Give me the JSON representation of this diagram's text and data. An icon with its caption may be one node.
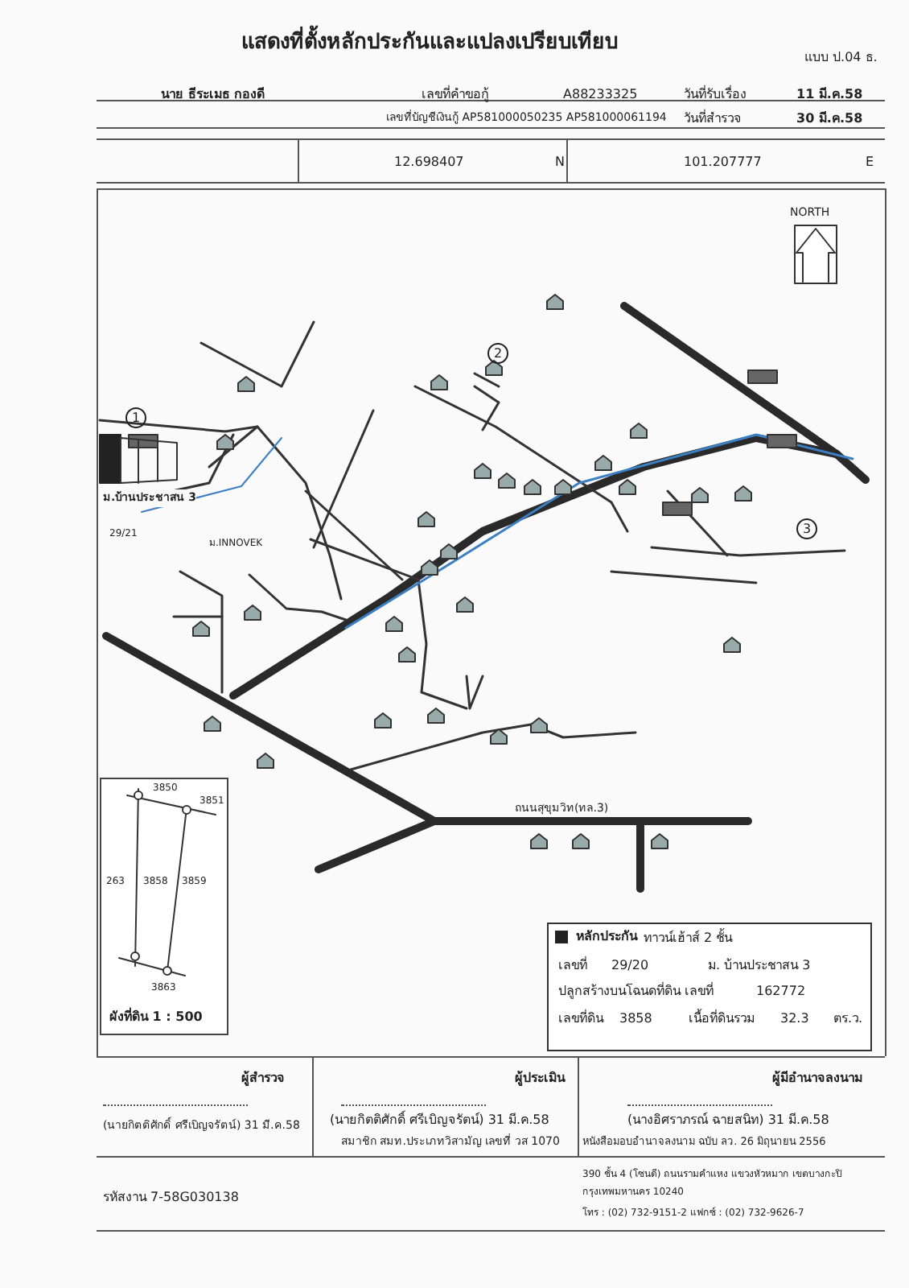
{
  "diagram": {
    "title": "แสดงที่ตั้งหลักประกันและแปลงเปรียบเทียบ",
    "labels": [
      "แบบ ป.04 ธ.",
      "นาย ธีระเมธ กองดี",
      "เลขที่คำขอกู้",
      "A88233325",
      "วันที่รับเรื่อง",
      "11 มี.ค.58",
      "เลขที่บัญชีเงินกู้ AP581000050235 AP581000061194",
      "วันที่สำรวจ",
      "30 มี.ค.58",
      "12.698407",
      "N",
      "101.207777",
      "E",
      "NORTH",
      "1",
      "ม.บ้านประชาสน 3",
      "29/21",
      "2",
      "ม.INNOVEK",
      "3",
      "ถนนสุขุมวิท(ทล.3)",
      "3850",
      "3851",
      "263",
      "3858",
      "3859",
      "3863",
      "ผังที่ดิน 1 : 500",
      "ทาวน์เฮ้าส์ 2 ชั้น",
      "เลขที่",
      "29/20",
      "ม. บ้านประชาสน 3",
      "ปลูกสร้างบนโฉนดที่ดิน เลขที่",
      "162772",
      "เลขที่ดิน",
      "3858",
      "เนื้อที่ดินรวม",
      "32.3",
      "ตร.ว.",
      "ผู้สำรวจ",
      "(นายกิตติศักดิ์ ศรีเบิญจรัตน์) 31 มี.ค.58",
      "ผู้ประเมิน",
      "(นายกิตติศักดิ์ ศรีเบิญจรัตน์) 31 มี.ค.58",
      "สมาชิก สมท.ประเภทวิสามัญ เลขที่ วส 1070",
      "ผู้มีอำนาจลงนาม",
      "(นางอิศราภรณ์ ฉายสนิท) 31 มี.ค.58",
      "หนังสือมอบอำนาจลงนาม ฉบับ ลว. 26 มิถุนายน 2556",
      "รหัสงาน 7-58G030138",
      "390 ชั้น 4 (โซนดี) ถนนรามคำแหง แขวงหัวหมาก เขตบางกะปิ กรุงเทพมหานคร 10240",
      "โทร : (02) 732-9151-2 แฟกซ์ : (02) 732-9626-7"
    ],
    "legend": [
      {
        "text": "หลักประกัน",
        "color": "#222222"
      }
    ]
  }
}
